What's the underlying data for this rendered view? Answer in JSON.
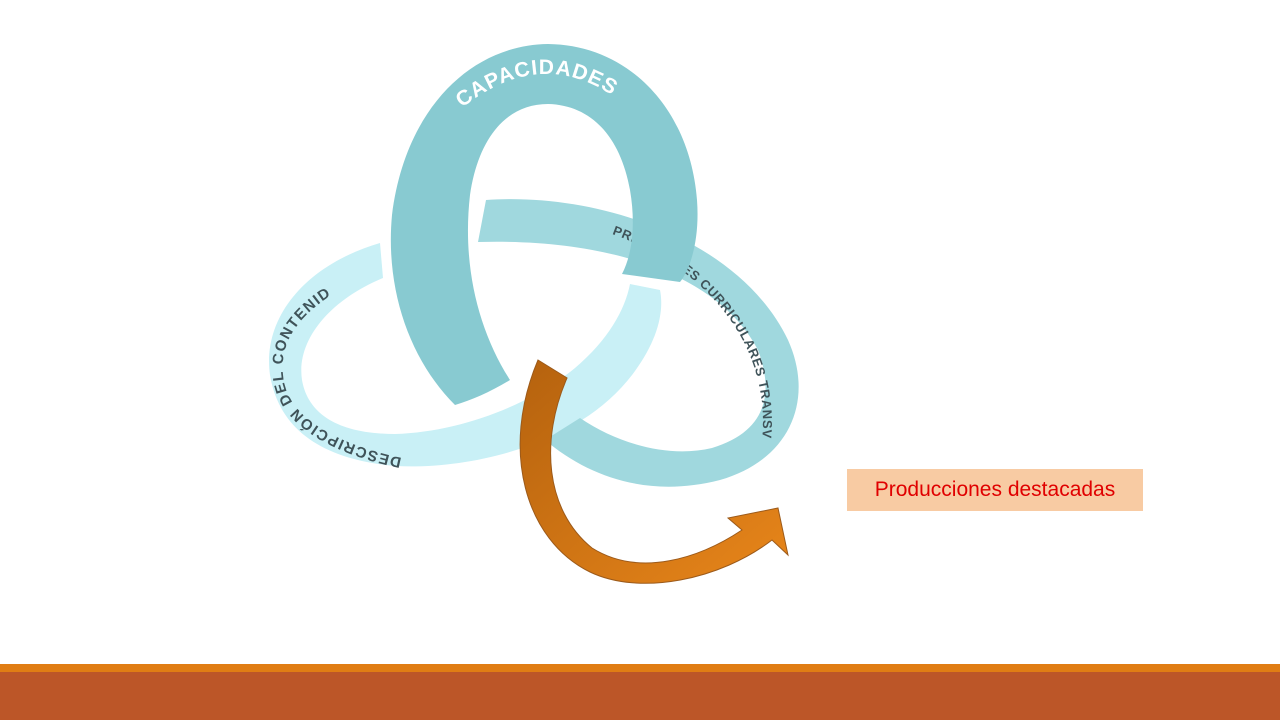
{
  "diagram": {
    "ring_top": {
      "label": "CAPACIDADES",
      "color": "#88CAD1",
      "text_color": "#FFFFFF"
    },
    "ring_right": {
      "label": "PRIORIDADES CURRICULARES TRANSVERSALES",
      "color": "#A0D8DE",
      "text_color": "#3F5359"
    },
    "ring_left": {
      "label": "DESCRIPCIÓN DEL CONTENIDO",
      "color": "#C9F0F6",
      "text_color": "#3F5359"
    },
    "arrow": {
      "icon": "curved-arrow-icon",
      "color_start": "#B5620E",
      "color_end": "#E8861A"
    }
  },
  "callout": {
    "text": "Producciones destacadas",
    "background": "#F8CBA3",
    "text_color": "#E00000"
  },
  "footer": {
    "thin_color": "#E07D14",
    "thick_color": "#BC5628"
  }
}
